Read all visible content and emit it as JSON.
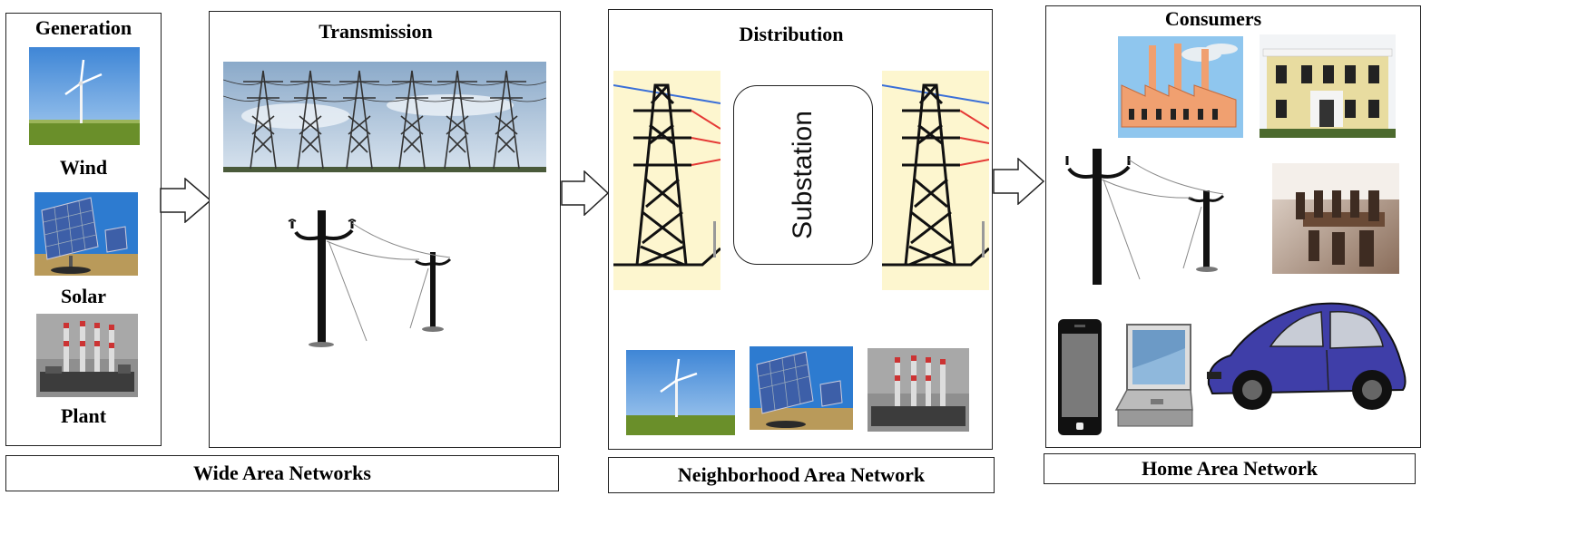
{
  "generation": {
    "title": "Generation",
    "items": [
      {
        "label": "Wind",
        "icon": "wind-turbine-photo"
      },
      {
        "label": "Solar",
        "icon": "solar-panel-photo"
      },
      {
        "label": "Plant",
        "icon": "power-plant-photo"
      }
    ]
  },
  "transmission": {
    "title": "Transmission",
    "icons": [
      "transmission-towers-photo",
      "utility-pole-icon"
    ]
  },
  "distribution": {
    "title": "Distribution",
    "substation_label": "Substation",
    "icons": [
      "pylon-icon",
      "wind-turbine-photo",
      "solar-panel-photo",
      "power-plant-photo"
    ]
  },
  "consumers": {
    "title": "Consumers",
    "icons": [
      "factory-icon",
      "house-photo",
      "utility-pole-icon",
      "office-room-photo",
      "phone-icon",
      "laptop-icon",
      "electric-car-icon"
    ]
  },
  "networks": {
    "wan": "Wide Area Networks",
    "nan": "Neighborhood Area Network",
    "han": "Home Area Network"
  },
  "colors": {
    "sky": "#5b9bd8",
    "grass": "#6a8f2a",
    "pylon_bg": "#fdf6cf",
    "car": "#3f3ea8",
    "factory": "#f0a070",
    "red_line": "#e53935",
    "blue_line": "#3a6fd8"
  }
}
